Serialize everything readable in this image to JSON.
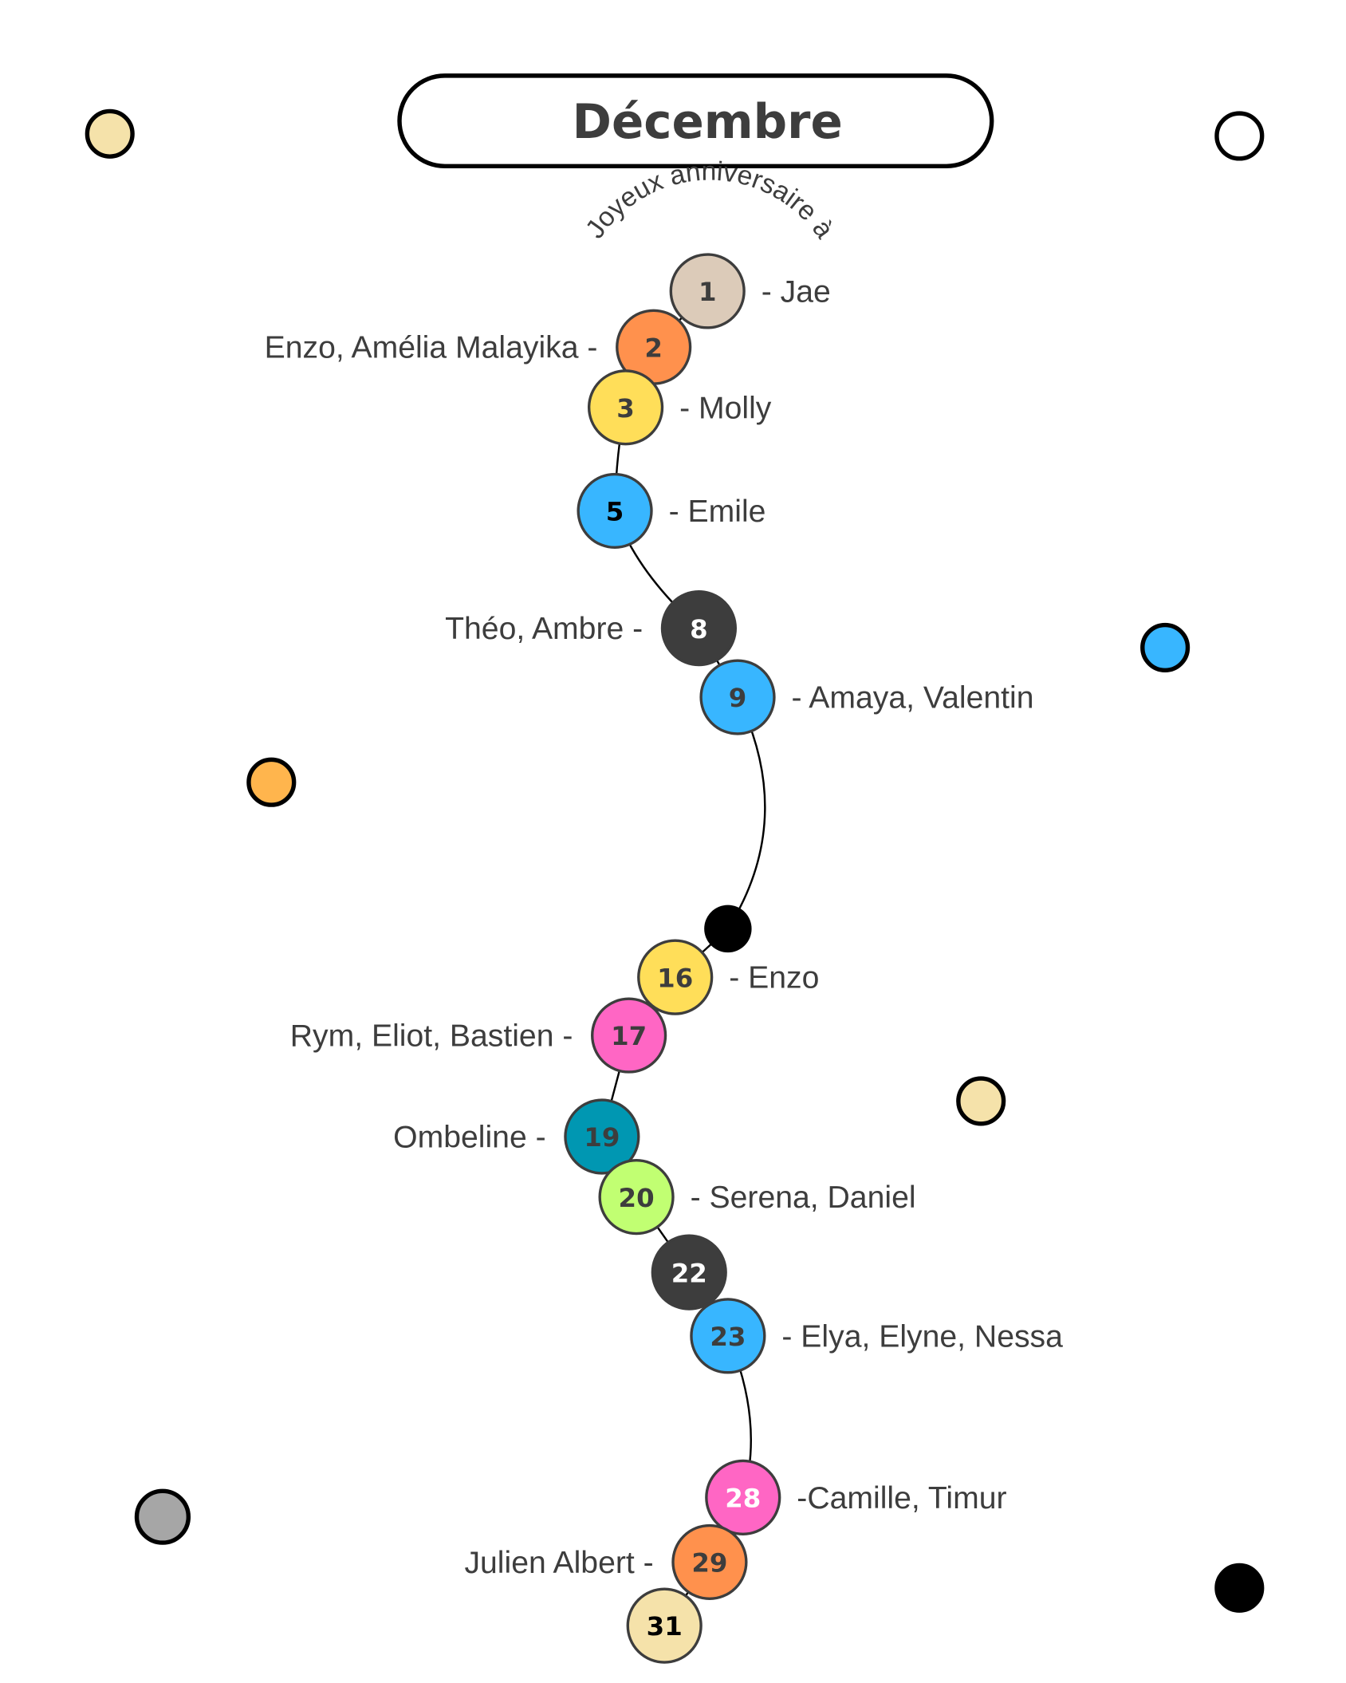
{
  "title": "Décembre",
  "subtitle": "Joyeux anniversaire à",
  "birthdays": [
    {
      "day": "1",
      "names": "- Jae",
      "side": "right",
      "fill": "#dccbb9",
      "text": "#3d3d3d"
    },
    {
      "day": "2",
      "names": "Enzo, Amélia Malayika -",
      "side": "left",
      "fill": "#ff914d",
      "text": "#3d3d3d"
    },
    {
      "day": "3",
      "names": "- Molly",
      "side": "right",
      "fill": "#ffde59",
      "text": "#3d3d3d"
    },
    {
      "day": "5",
      "names": "- Emile",
      "side": "right",
      "fill": "#38b6ff",
      "text": "#000000"
    },
    {
      "day": "8",
      "names": "Théo, Ambre -",
      "side": "left",
      "fill": "#3d3d3d",
      "text": "#ffffff"
    },
    {
      "day": "9",
      "names": "- Amaya, Valentin",
      "side": "right",
      "fill": "#38b6ff",
      "text": "#3d3d3d"
    },
    {
      "day": "16",
      "names": "- Enzo",
      "side": "right",
      "fill": "#ffde59",
      "text": "#3d3d3d"
    },
    {
      "day": "17",
      "names": "Rym, Eliot, Bastien -",
      "side": "left",
      "fill": "#ff66c4",
      "text": "#3d3d3d"
    },
    {
      "day": "19",
      "names": "Ombeline -",
      "side": "left",
      "fill": "#0097b2",
      "text": "#3d3d3d"
    },
    {
      "day": "20",
      "names": "- Serena, Daniel",
      "side": "right",
      "fill": "#c1ff72",
      "text": "#3d3d3d"
    },
    {
      "day": "22",
      "names": "",
      "side": "right",
      "fill": "#3d3d3d",
      "text": "#ffffff"
    },
    {
      "day": "23",
      "names": "- Elya, Elyne, Nessa",
      "side": "right",
      "fill": "#38b6ff",
      "text": "#3d3d3d"
    },
    {
      "day": "28",
      "names": "-Camille, Timur",
      "side": "right",
      "fill": "#ff66c4",
      "text": "#ffffff"
    },
    {
      "day": "29",
      "names": "Julien Albert -",
      "side": "left",
      "fill": "#ff914d",
      "text": "#3d3d3d"
    },
    {
      "day": "31",
      "names": "",
      "side": "right",
      "fill": "#f5e2aa",
      "text": "#000000"
    }
  ],
  "decor_colors": [
    "#f5e2aa",
    "#ffffff",
    "#38b6ff",
    "#ffb54d",
    "#f5e2aa",
    "#a6a6a6",
    "#000000"
  ]
}
